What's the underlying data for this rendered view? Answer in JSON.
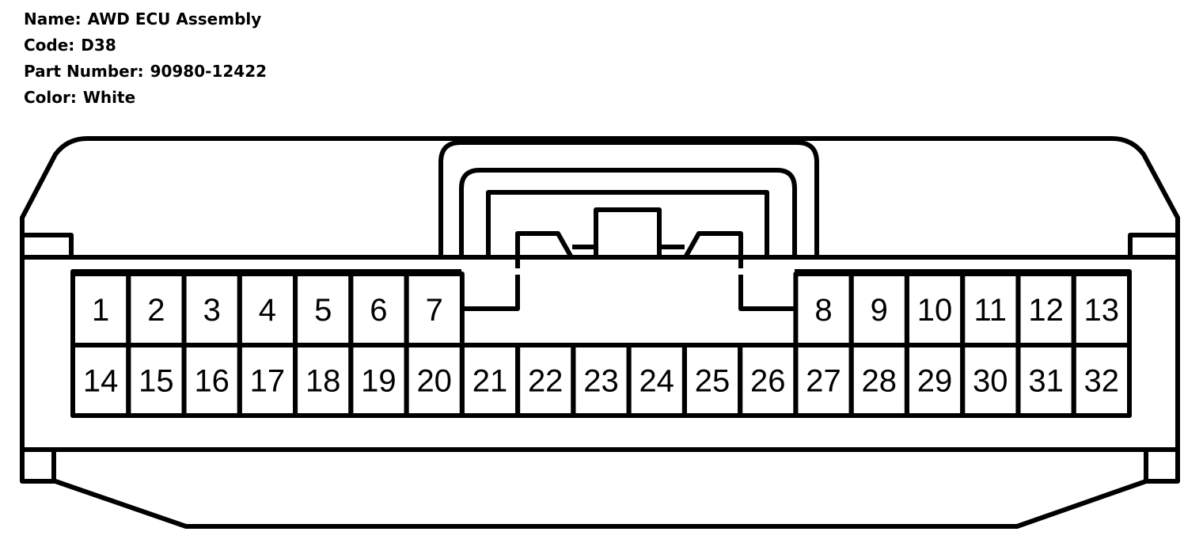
{
  "info": {
    "name_label": "Name:",
    "name_value": "AWD ECU Assembly",
    "code_label": "Code:",
    "code_value": "D38",
    "part_label": "Part Number:",
    "part_value": "90980-12422",
    "color_label": "Color:",
    "color_value": "White"
  },
  "pins": {
    "top_left": [
      "1",
      "2",
      "3",
      "4",
      "5",
      "6",
      "7"
    ],
    "top_right": [
      "8",
      "9",
      "10",
      "11",
      "12",
      "13"
    ],
    "bottom": [
      "14",
      "15",
      "16",
      "17",
      "18",
      "19",
      "20",
      "21",
      "22",
      "23",
      "24",
      "25",
      "26",
      "27",
      "28",
      "29",
      "30",
      "31",
      "32"
    ]
  },
  "colors": {
    "line": "#000000",
    "background": "#ffffff"
  }
}
